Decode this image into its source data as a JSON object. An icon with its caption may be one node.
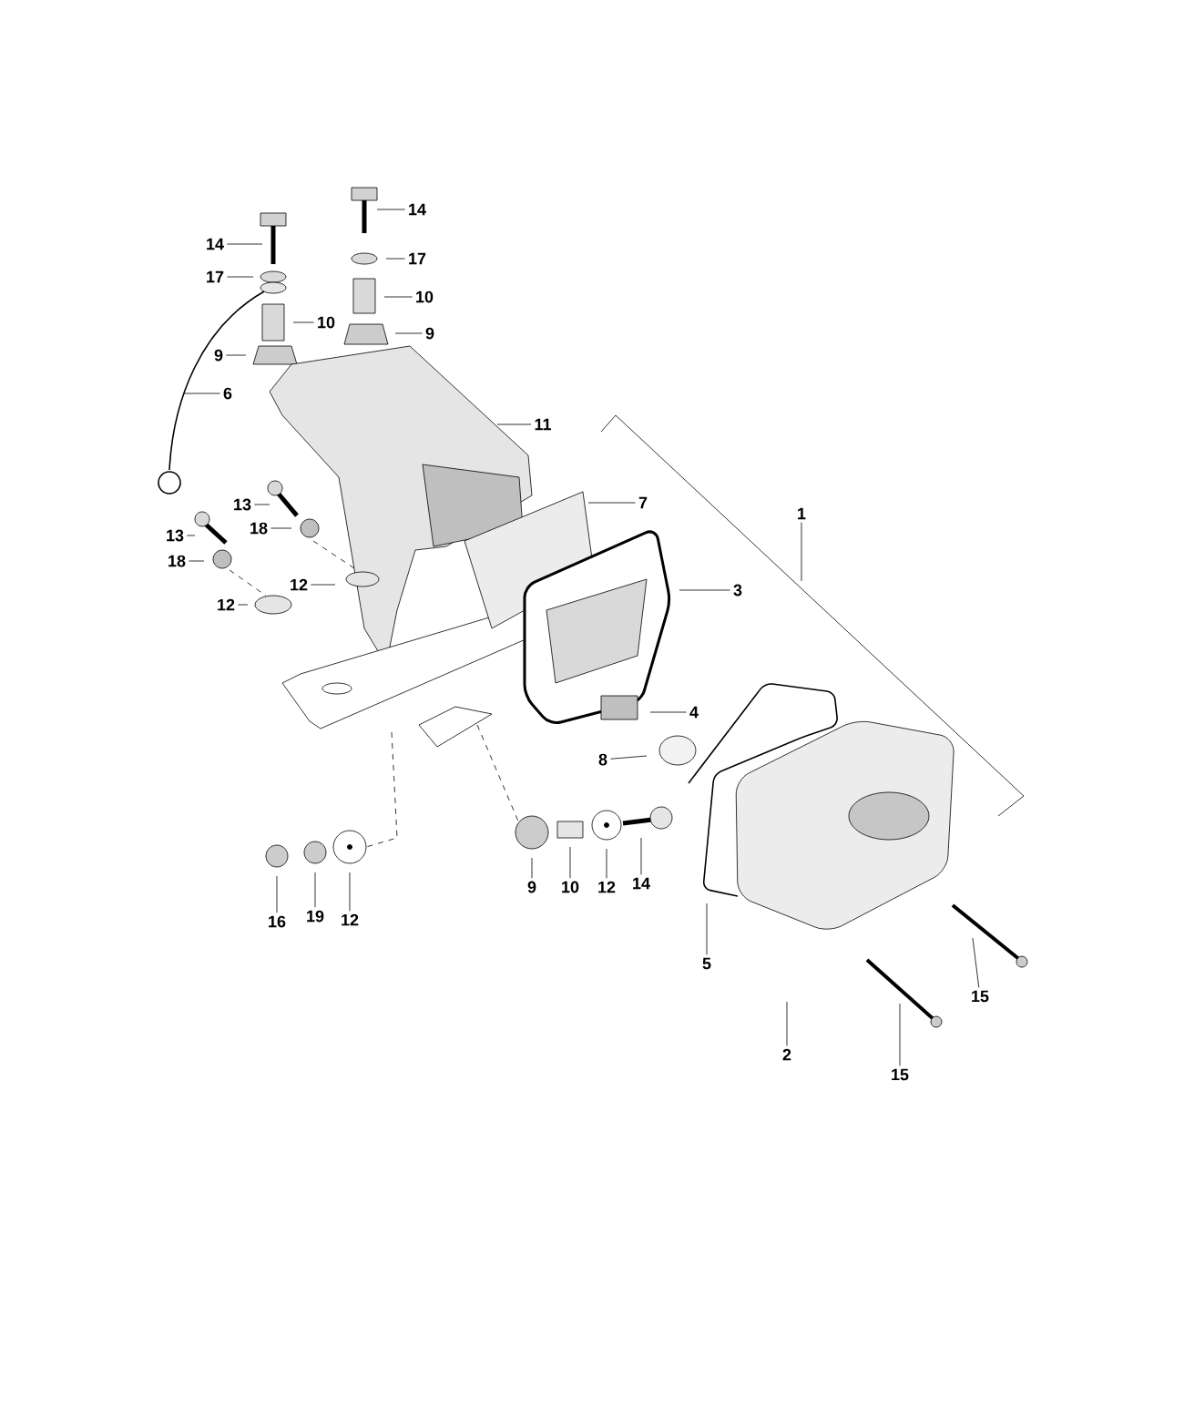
{
  "diagram": {
    "nodes": [
      {
        "text": [
          "14"
        ]
      },
      {
        "text": [
          "14"
        ]
      },
      {
        "text": [
          "17"
        ]
      },
      {
        "text": [
          "17"
        ]
      },
      {
        "text": [
          "10"
        ]
      },
      {
        "text": [
          "10"
        ]
      },
      {
        "text": [
          "9"
        ]
      },
      {
        "text": [
          "9"
        ]
      },
      {
        "text": [
          "6"
        ]
      },
      {
        "text": [
          "11"
        ]
      },
      {
        "text": [
          "13"
        ]
      },
      {
        "text": [
          "7"
        ]
      },
      {
        "text": [
          "1"
        ]
      },
      {
        "text": [
          "18"
        ]
      },
      {
        "text": [
          "13"
        ]
      },
      {
        "text": [
          "18"
        ]
      },
      {
        "text": [
          "12"
        ]
      },
      {
        "text": [
          "3"
        ]
      },
      {
        "text": [
          "12"
        ]
      },
      {
        "text": [
          "4"
        ]
      },
      {
        "text": [
          "8"
        ]
      },
      {
        "text": [
          "9"
        ]
      },
      {
        "text": [
          "10"
        ]
      },
      {
        "text": [
          "12"
        ]
      },
      {
        "text": [
          "14"
        ]
      },
      {
        "text": [
          "16"
        ]
      },
      {
        "text": [
          "19"
        ]
      },
      {
        "text": [
          "12"
        ]
      },
      {
        "text": [
          "5"
        ]
      },
      {
        "text": [
          "15"
        ]
      },
      {
        "text": [
          "2"
        ]
      },
      {
        "text": [
          "15"
        ]
      }
    ],
    "edges": [
      {
        "from": 0,
        "to": null,
        "arrow": "none"
      },
      {
        "from": 1,
        "to": null,
        "arrow": "none"
      },
      {
        "from": 2,
        "to": null,
        "arrow": "none"
      },
      {
        "from": 3,
        "to": null,
        "arrow": "none"
      },
      {
        "from": 4,
        "to": null,
        "arrow": "none"
      },
      {
        "from": 5,
        "to": null,
        "arrow": "none"
      },
      {
        "from": 6,
        "to": null,
        "arrow": "none"
      },
      {
        "from": 7,
        "to": null,
        "arrow": "none"
      },
      {
        "from": 8,
        "to": null,
        "arrow": "none"
      },
      {
        "from": 9,
        "to": null,
        "arrow": "none"
      },
      {
        "from": 10,
        "to": null,
        "arrow": "none"
      },
      {
        "from": 11,
        "to": null,
        "arrow": "none"
      },
      {
        "from": 12,
        "to": null,
        "arrow": "none"
      },
      {
        "from": 13,
        "to": null,
        "arrow": "none"
      },
      {
        "from": 14,
        "to": null,
        "arrow": "none"
      },
      {
        "from": 15,
        "to": null,
        "arrow": "none"
      },
      {
        "from": 16,
        "to": null,
        "arrow": "none"
      },
      {
        "from": 17,
        "to": null,
        "arrow": "none"
      },
      {
        "from": 18,
        "to": null,
        "arrow": "none"
      },
      {
        "from": 19,
        "to": null,
        "arrow": "none"
      },
      {
        "from": 20,
        "to": null,
        "arrow": "none"
      },
      {
        "from": 21,
        "to": null,
        "arrow": "none"
      },
      {
        "from": 22,
        "to": null,
        "arrow": "none"
      },
      {
        "from": 23,
        "to": null,
        "arrow": "none"
      },
      {
        "from": 24,
        "to": null,
        "arrow": "none"
      },
      {
        "from": 25,
        "to": null,
        "arrow": "none"
      },
      {
        "from": 26,
        "to": null,
        "arrow": "none"
      },
      {
        "from": 27,
        "to": null,
        "arrow": "none"
      },
      {
        "from": 28,
        "to": null,
        "arrow": "none"
      },
      {
        "from": 29,
        "to": null,
        "arrow": "none"
      },
      {
        "from": 30,
        "to": null,
        "arrow": "none"
      },
      {
        "from": 31,
        "to": null,
        "arrow": "none"
      }
    ]
  }
}
